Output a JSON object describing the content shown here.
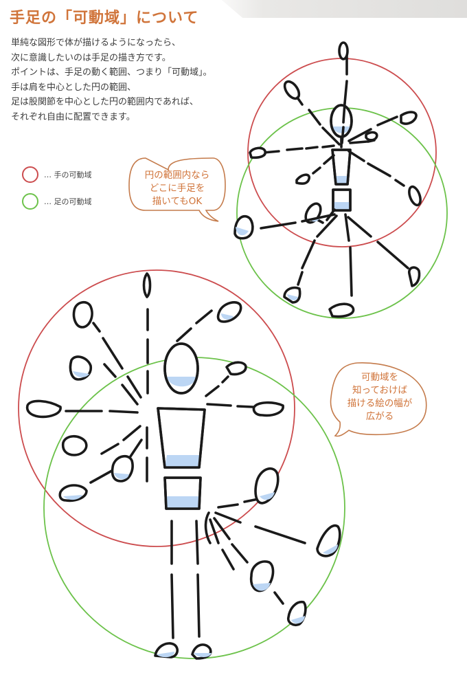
{
  "heading": "手足の「可動域」について",
  "intro_lines": [
    "単純な図形で体が描けるようになったら、",
    "次に意識したいのは手足の描き方です。",
    "ポイントは、手足の動く範囲、つまり「可動域」。",
    "手は肩を中心とした円の範囲、",
    "足は股関節を中心とした円の範囲内であれば、",
    "それぞれ自由に配置できます。"
  ],
  "legend": [
    {
      "label": "… 手の可動域",
      "color": "#cc4c4e"
    },
    {
      "label": "… 足の可動域",
      "color": "#6cc24a"
    }
  ],
  "callouts": {
    "top": [
      "円の範囲内なら",
      "どこに手足を",
      "描いてもOK"
    ],
    "bottom": [
      "可動域を",
      "知っておけば",
      "描ける絵の幅が",
      "広がる"
    ]
  },
  "colors": {
    "accent": "#d0743a",
    "arm_range": "#cc4c4e",
    "leg_range": "#6cc24a",
    "ink": "#1a1a1a",
    "shade": "#bcd6f4"
  }
}
